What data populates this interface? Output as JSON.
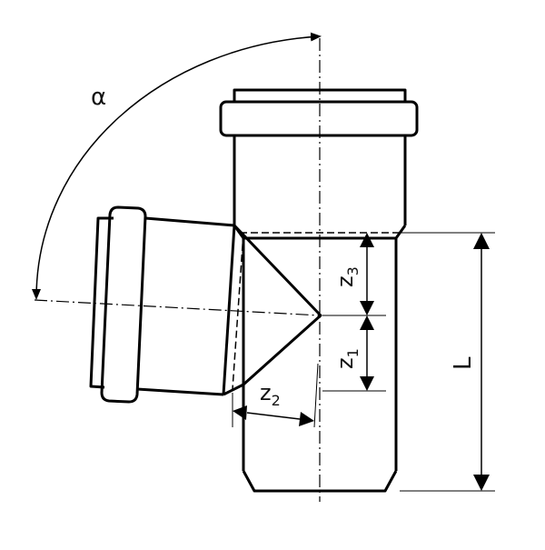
{
  "labels": {
    "alpha": "α",
    "z1": {
      "main": "z",
      "sub": "1"
    },
    "z2": {
      "main": "z",
      "sub": "2"
    },
    "z3": {
      "main": "z",
      "sub": "3"
    },
    "L": "L"
  },
  "colors": {
    "stroke": "#000000",
    "background": "#ffffff"
  }
}
